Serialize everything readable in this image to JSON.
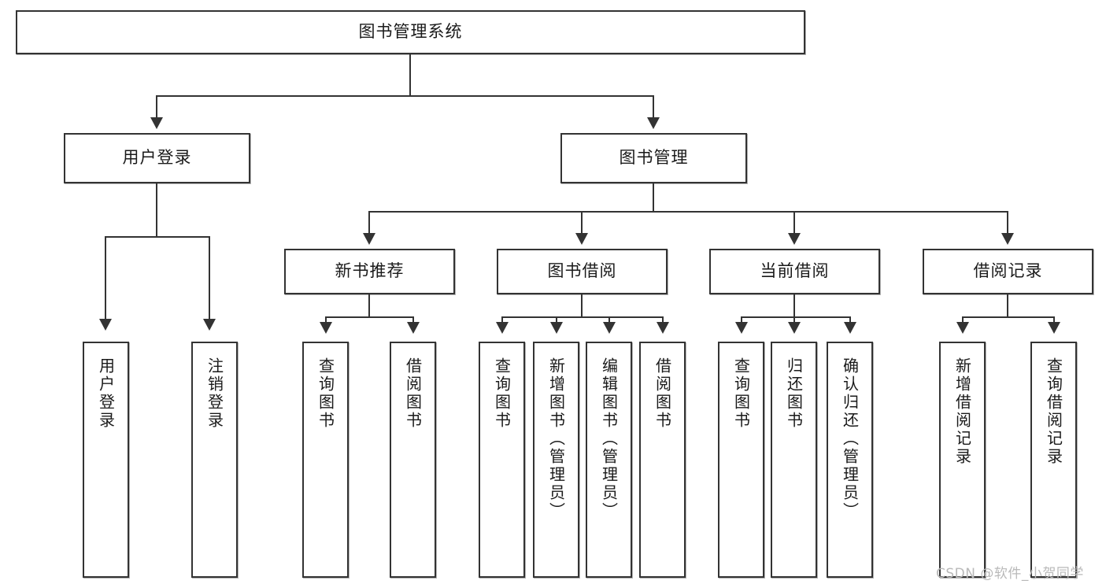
{
  "diagram": {
    "type": "hierarchy-tree",
    "title": "图书管理系统",
    "root": {
      "label": "图书管理系统"
    },
    "level1": [
      {
        "label": "用户登录"
      },
      {
        "label": "图书管理"
      }
    ],
    "level2": [
      {
        "label": "新书推荐"
      },
      {
        "label": "图书借阅"
      },
      {
        "label": "当前借阅"
      },
      {
        "label": "借阅记录"
      }
    ],
    "leaves": {
      "user_login": [
        {
          "label": "用户登录"
        },
        {
          "label": "注销登录"
        }
      ],
      "new_book_recommend": [
        {
          "label": "查询图书"
        },
        {
          "label": "借阅图书"
        }
      ],
      "book_borrow": [
        {
          "label": "查询图书"
        },
        {
          "label": "新增图书（管理员）"
        },
        {
          "label": "编辑图书（管理员）"
        },
        {
          "label": "借阅图书"
        }
      ],
      "current_borrow": [
        {
          "label": "查询图书"
        },
        {
          "label": "归还图书"
        },
        {
          "label": "确认归还（管理员）"
        }
      ],
      "borrow_record": [
        {
          "label": "新增借阅记录"
        },
        {
          "label": "查询借阅记录"
        }
      ]
    }
  },
  "watermark": {
    "text": "CSDN @软件_小贺同学"
  },
  "colors": {
    "border": "#333333",
    "text": "#1a1a1a",
    "background": "#ffffff",
    "watermark": "#b9b9b9"
  }
}
